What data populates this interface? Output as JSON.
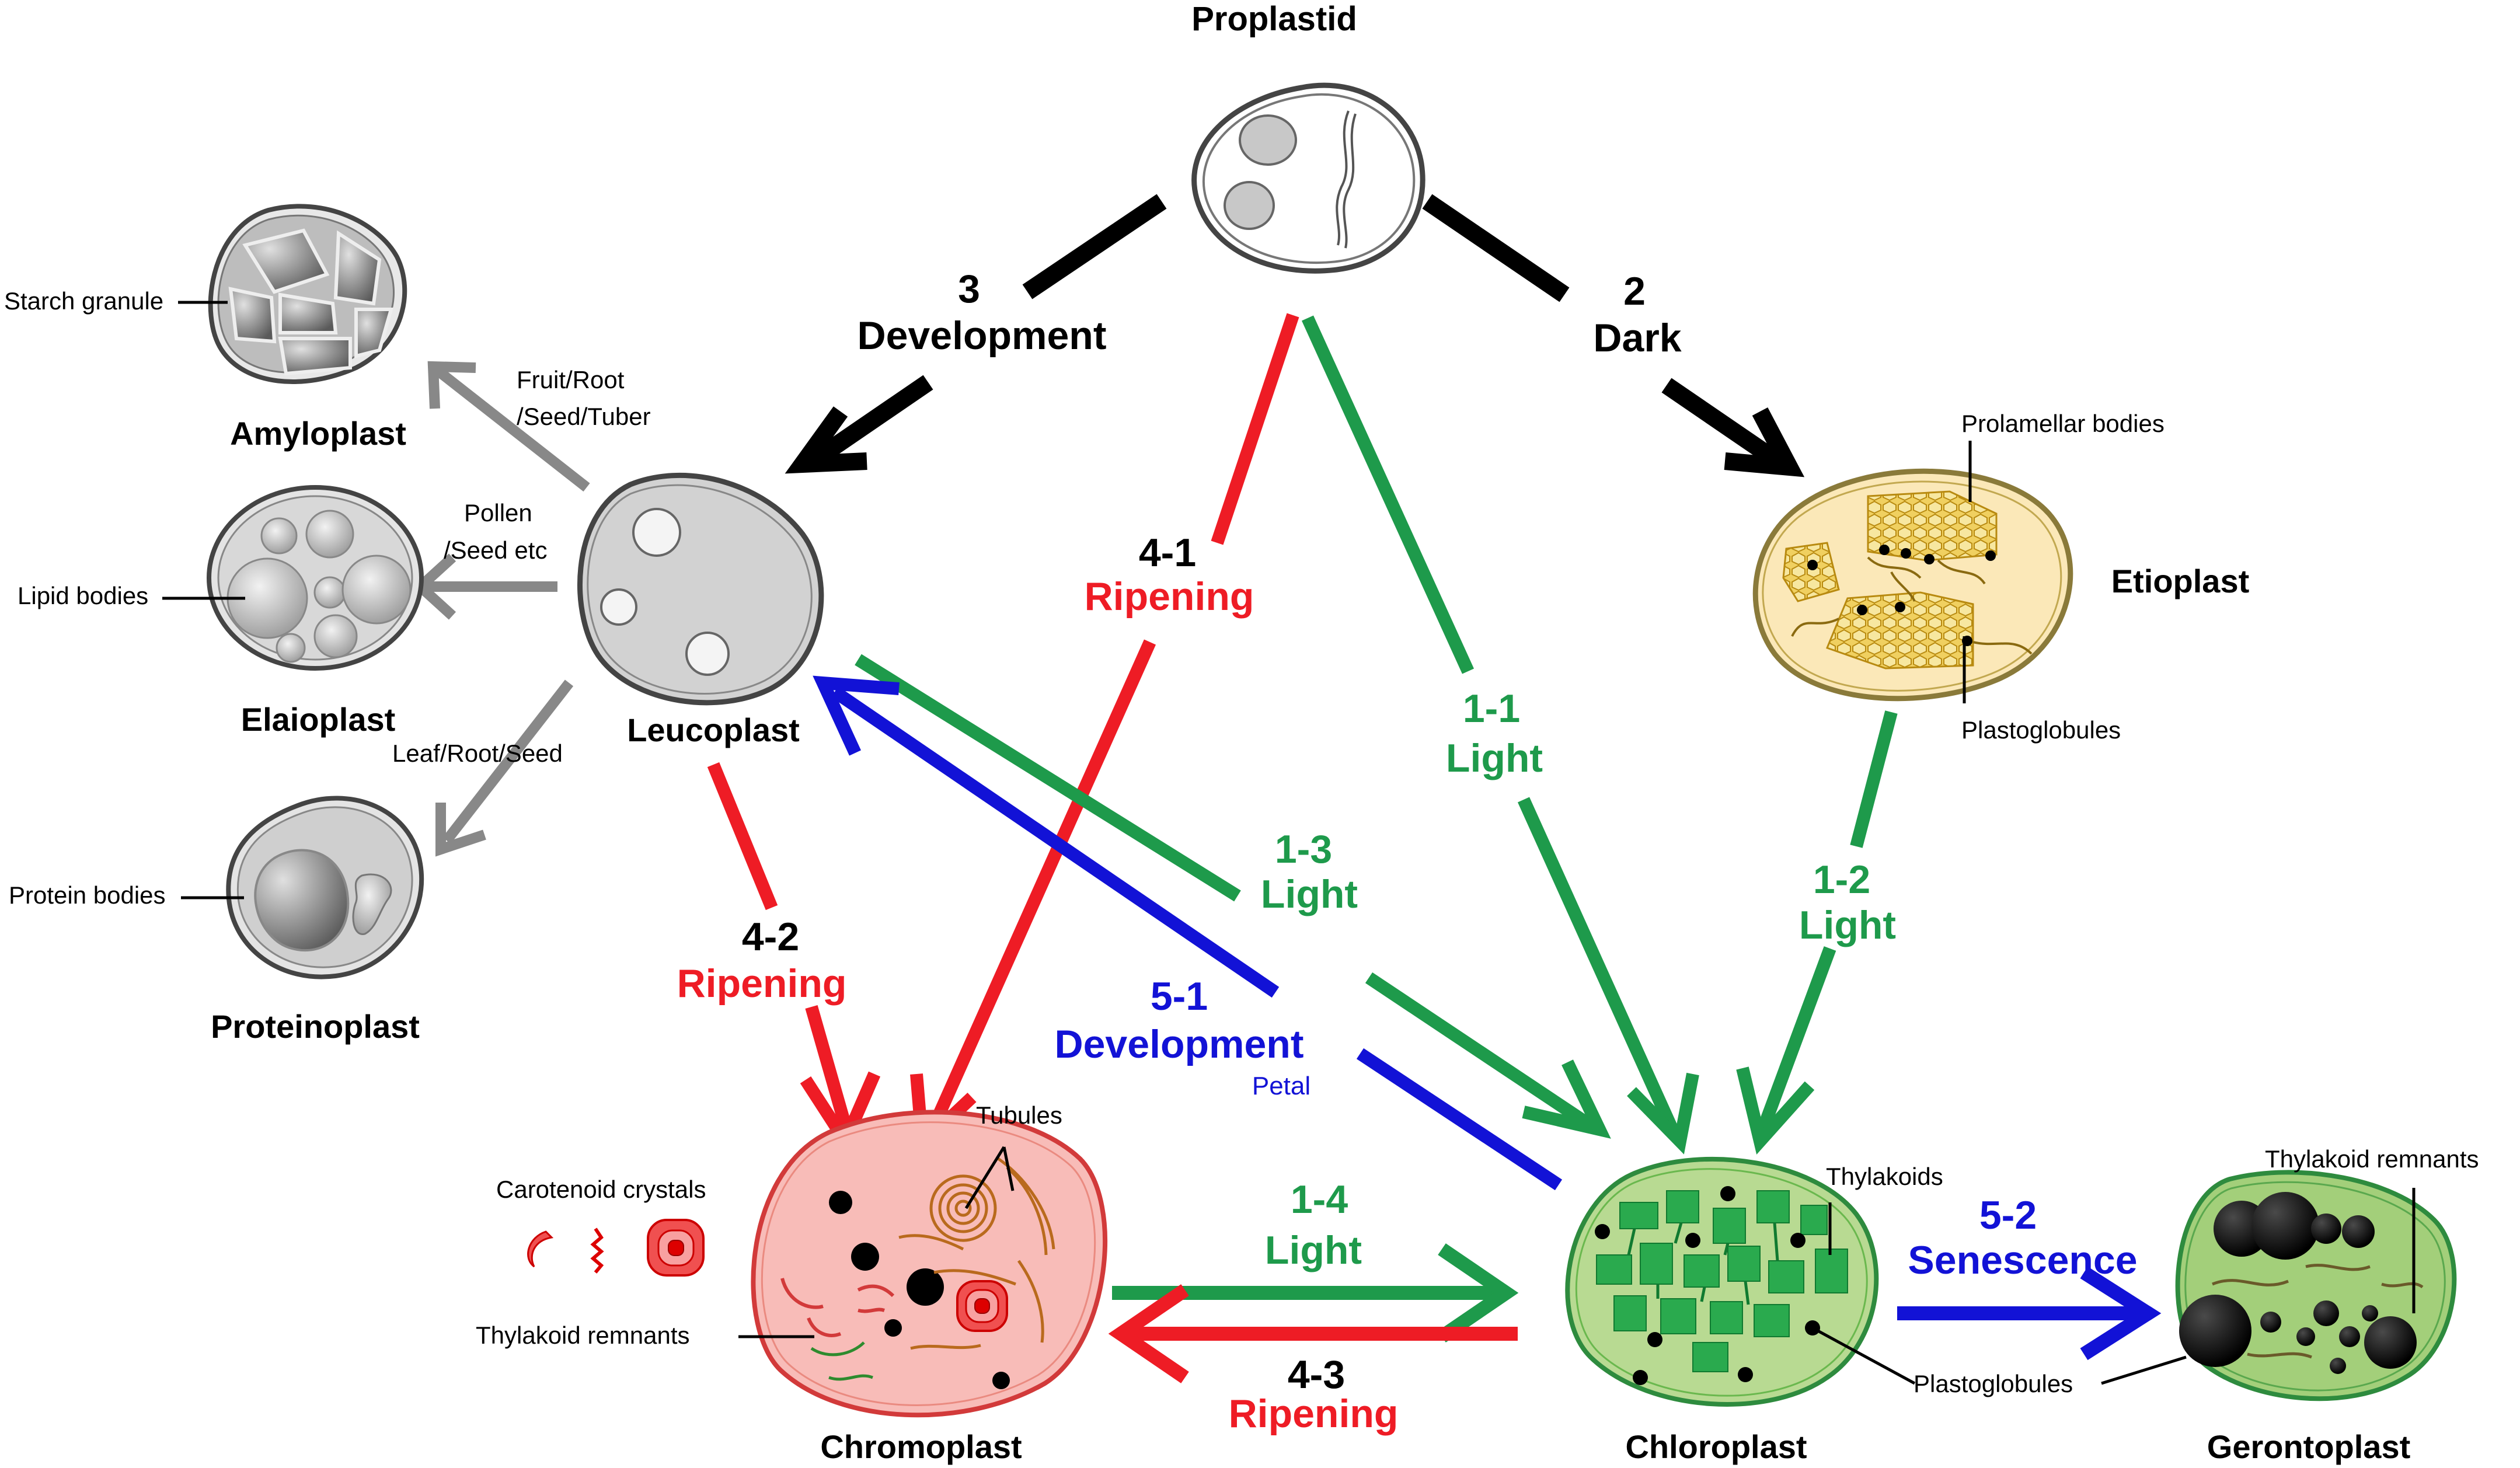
{
  "colors": {
    "black": "#000000",
    "gray": "#888888",
    "red": "#ee1c25",
    "green": "#1e9a4b",
    "blue": "#1212d6",
    "chromoplast_fill": "#f7b7b3",
    "chloroplast_fill": "#b5d98f",
    "gerontoplast_fill": "#a3cf7a",
    "etioplast_fill": "#fbe8b8",
    "leucoplast_fill": "#d4d4d4",
    "prolamellar": "#d9b229",
    "thylakoid": "#2aaa4e",
    "tubule": "#b96a1d"
  },
  "plastids": {
    "proplastid": "Proplastid",
    "leucoplast": "Leucoplast",
    "amyloplast": "Amyloplast",
    "elaioplast": "Elaioplast",
    "proteinoplast": "Proteinoplast",
    "etioplast": "Etioplast",
    "chromoplast": "Chromoplast",
    "chloroplast": "Chloroplast",
    "gerontoplast": "Gerontoplast"
  },
  "parts": {
    "starch_granule": "Starch granule",
    "lipid_bodies": "Lipid bodies",
    "protein_bodies": "Protein bodies",
    "prolamellar_bodies": "Prolamellar bodies",
    "plastoglobules_etio": "Plastoglobules",
    "tubules": "Tubules",
    "carotenoid_crystals": "Carotenoid crystals",
    "thylakoid_remnants_chromo": "Thylakoid remnants",
    "thylakoids": "Thylakoids",
    "plastoglobules_chloro": "Plastoglobules",
    "thylakoid_remnants_geronto": "Thylakoid remnants"
  },
  "small_paths": {
    "fruit_root": "Fruit/Root",
    "seed_tuber": "/Seed/Tuber",
    "pollen": "Pollen",
    "seed_etc": "/Seed etc",
    "leaf_root_seed": "Leaf/Root/Seed"
  },
  "transitions": {
    "t3": {
      "num": "3",
      "name": "Development"
    },
    "t2": {
      "num": "2",
      "name": "Dark"
    },
    "t4_1": {
      "num": "4-1",
      "name": "Ripening"
    },
    "t1_1": {
      "num": "1-1",
      "name": "Light"
    },
    "t1_2": {
      "num": "1-2",
      "name": "Light"
    },
    "t1_3": {
      "num": "1-3",
      "name": "Light"
    },
    "t4_2": {
      "num": "4-2",
      "name": "Ripening"
    },
    "t5_1": {
      "num": "5-1",
      "name": "Development",
      "note": "Petal"
    },
    "t1_4": {
      "num": "1-4",
      "name": "Light"
    },
    "t4_3": {
      "num": "4-3",
      "name": "Ripening"
    },
    "t5_2": {
      "num": "5-2",
      "name": "Senescence"
    }
  }
}
